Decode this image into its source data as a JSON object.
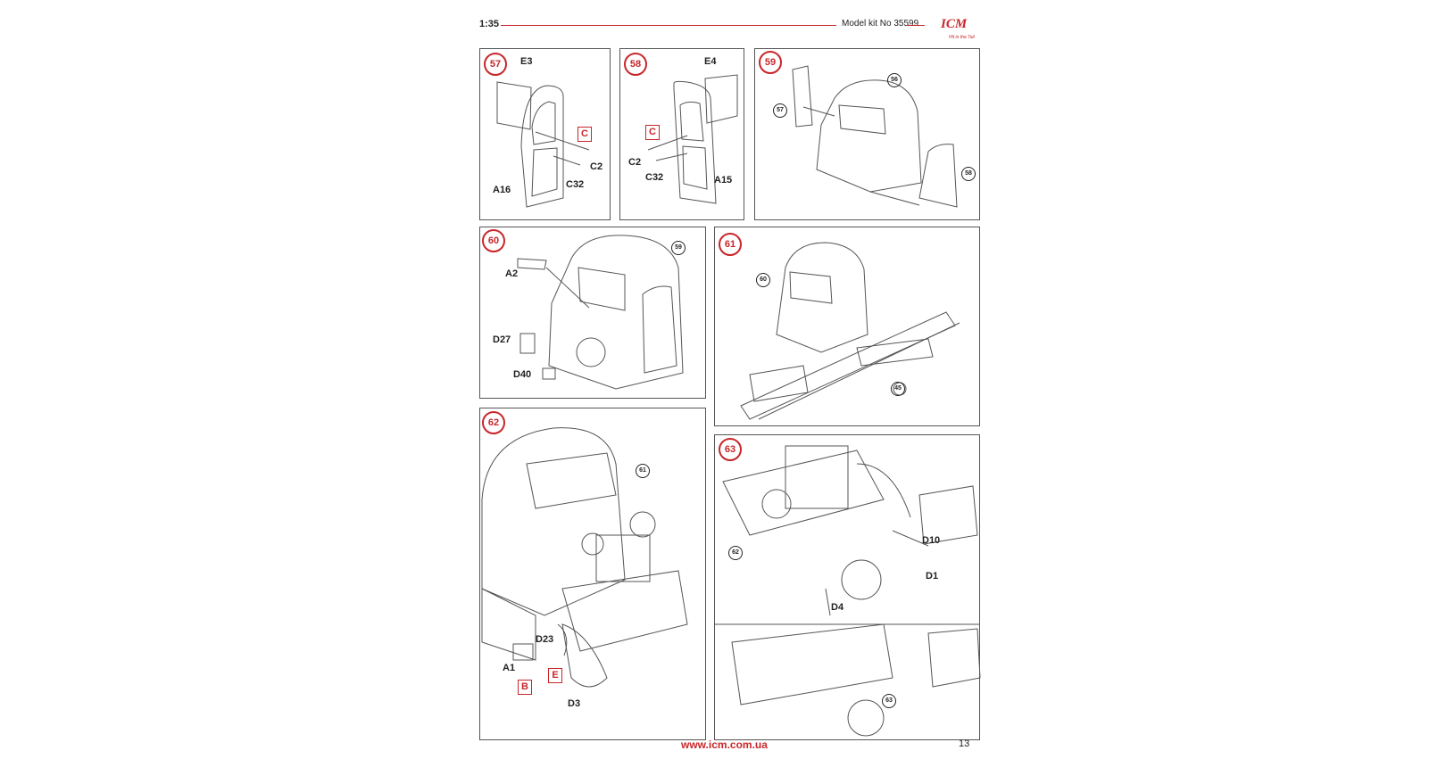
{
  "header": {
    "scale": "1:35",
    "kit": "Model kit No 35599",
    "logo": "ICM",
    "logo_tagline": "Hit in the Tail"
  },
  "steps": {
    "s57": {
      "num": "57",
      "parts": [
        "E3",
        "C2",
        "C32",
        "A16"
      ],
      "marker": "C"
    },
    "s58": {
      "num": "58",
      "parts": [
        "E4",
        "C2",
        "C32",
        "A15"
      ],
      "marker": "C"
    },
    "s59": {
      "num": "59",
      "refs": [
        "56",
        "57",
        "58"
      ]
    },
    "s60": {
      "num": "60",
      "parts": [
        "A2",
        "D27",
        "D40"
      ],
      "refs": [
        "59"
      ]
    },
    "s61": {
      "num": "61",
      "refs": [
        "60",
        "45"
      ]
    },
    "s62": {
      "num": "62",
      "parts": [
        "D23",
        "A1",
        "D3"
      ],
      "refs": [
        "61"
      ],
      "markers": [
        "B",
        "E"
      ]
    },
    "s63": {
      "num": "63",
      "parts": [
        "D10",
        "D1",
        "D4"
      ],
      "refs": [
        "62",
        "63"
      ]
    }
  },
  "footer": {
    "url": "www.icm.com.ua",
    "page": "13"
  }
}
